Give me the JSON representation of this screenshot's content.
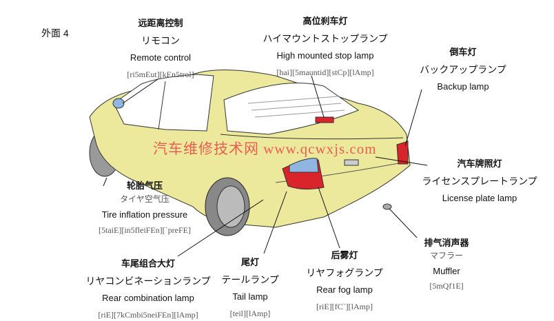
{
  "title": "外面 4",
  "watermark": "汽车维修技术网 www.qcwxjs.com",
  "colors": {
    "body": "#ECE89C",
    "lamp": "#D8242A",
    "watermark": "#E8504A"
  },
  "labels": {
    "remote": {
      "zh": "远距离控制",
      "jp": "リモコン",
      "en": "Remote control",
      "ph": "[ri5mEut][kEn5trol]"
    },
    "highstop": {
      "zh": "高位刹车灯",
      "jp": "ハイマウントストップランプ",
      "en": "High mounted stop lamp",
      "ph": "[hai][5mauntid][stCp][lAmp]"
    },
    "backup": {
      "zh": "倒车灯",
      "jp": "バックアップランプ",
      "en": "Backup lamp"
    },
    "license": {
      "zh": "汽车牌照灯",
      "jp": "ライセンスプレートランプ",
      "en": "License plate lamp"
    },
    "tire": {
      "zh": "轮胎气压",
      "jp": "タイヤ空气压",
      "en": "Tire inflation pressure",
      "ph": "[5taiE][in5fleiFEn][`preFE]"
    },
    "rearcombo": {
      "zh": "车尾组合大灯",
      "jp": "リヤコンビネーションランプ",
      "en": "Rear combination lamp",
      "ph": "[riE][7kCmbi5neiFEn][lAmp]"
    },
    "tail": {
      "zh": "尾灯",
      "jp": "テールランプ",
      "en": "Tail lamp",
      "ph": "[teil][lAmp]"
    },
    "fog": {
      "zh": "后雾灯",
      "jp": "リヤフォグランプ",
      "en": "Rear fog lamp",
      "ph": "[riE][fC`][lAmp]"
    },
    "muffler": {
      "zh": "排气消声器",
      "jp": "マフラー",
      "en": "Muffler",
      "ph": "[5mQf1E]"
    }
  }
}
